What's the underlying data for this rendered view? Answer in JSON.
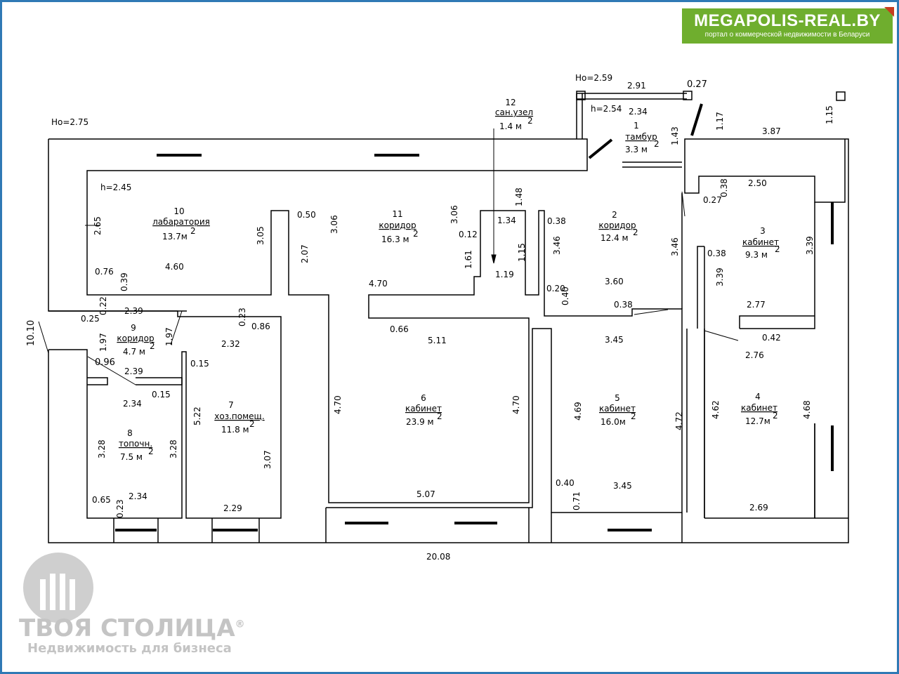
{
  "badge": {
    "title": "MEGAPOLIS-REAL.BY",
    "subtitle": "портал о коммерческой недвижимости в Беларуси"
  },
  "watermark": {
    "brand": "ТВОЯ СТОЛИЦА",
    "reg": "®",
    "slogan": "Недвижимость для бизнеса"
  },
  "heights": {
    "ho_main": "Ho=2.75",
    "ho_porch": "Ho=2.59",
    "h_porch": "h=2.54",
    "h_room": "h=2.45"
  },
  "rooms": [
    {
      "num": "1",
      "name": "тамбур",
      "area": "3.3 м",
      "sup": "2"
    },
    {
      "num": "2",
      "name": "коридор",
      "area": "12.4 м",
      "sup": "2"
    },
    {
      "num": "3",
      "name": "кабинет",
      "area": "9.3 м",
      "sup": "2"
    },
    {
      "num": "4",
      "name": "кабинет",
      "area": "12.7м",
      "sup": "2"
    },
    {
      "num": "5",
      "name": "кабинет",
      "area": "16.0м",
      "sup": "2"
    },
    {
      "num": "6",
      "name": "кабинет",
      "area": "23.9 м",
      "sup": "2"
    },
    {
      "num": "7",
      "name": "хоз.помещ.",
      "area": "11.8 м",
      "sup": "2"
    },
    {
      "num": "8",
      "name": "топочн.",
      "area": "7.5 м",
      "sup": "2"
    },
    {
      "num": "9",
      "name": "коридор",
      "area": "4.7 м",
      "sup": "2"
    },
    {
      "num": "10",
      "name": "лабаратория",
      "area": "13.7м",
      "sup": "2"
    },
    {
      "num": "11",
      "name": "коридор",
      "area": "16.3 м",
      "sup": "2"
    },
    {
      "num": "12",
      "name": "сан.узел",
      "area": "1.4 м",
      "sup": "2"
    }
  ],
  "dims": [
    "2.91",
    "0.27",
    "2.34",
    "1.17",
    "1.15",
    "1.43",
    "3.87",
    "2.65",
    "0.76",
    "0.39",
    "4.60",
    "3.05",
    "0.50",
    "3.06",
    "2.07",
    "4.70",
    "3.06",
    "1.48",
    "1.34",
    "0.12",
    "1.61",
    "1.15",
    "1.19",
    "0.38",
    "3.46",
    "3.60",
    "0.20",
    "0.40",
    "0.38",
    "3.46",
    "0.38",
    "0.27",
    "2.50",
    "3.39",
    "0.38",
    "3.39",
    "2.77",
    "0.42",
    "2.76",
    "10.10",
    "0.25",
    "0.22",
    "2.39",
    "0.23",
    "0.86",
    "1.97",
    "1.97",
    "2.32",
    "0.96",
    "2.39",
    "0.15",
    "0.15",
    "2.34",
    "5.22",
    "3.28",
    "3.28",
    "3.07",
    "0.65",
    "0.23",
    "2.34",
    "2.29",
    "0.66",
    "5.11",
    "4.70",
    "4.70",
    "5.07",
    "3.45",
    "4.69",
    "4.72",
    "0.40",
    "0.71",
    "3.45",
    "4.62",
    "4.68",
    "2.69",
    "20.08"
  ]
}
